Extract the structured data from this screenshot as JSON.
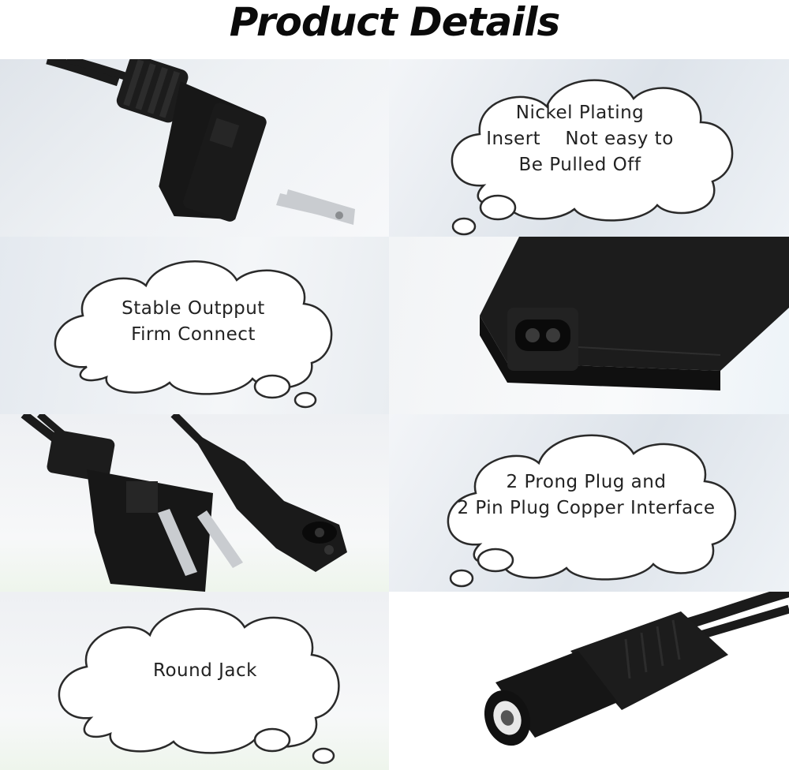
{
  "title": "Product Details",
  "panels": {
    "nickel": {
      "lines": [
        "Nickel Plating",
        "Insert    Not easy to",
        "Be Pulled Off"
      ]
    },
    "stable": {
      "lines": [
        "Stable Outpput",
        "Firm Connect"
      ]
    },
    "prong": {
      "lines": [
        "2 Prong Plug and",
        "2 Pin Plug Copper Interface"
      ]
    },
    "jack": {
      "lines": [
        "Round Jack"
      ]
    }
  },
  "colors": {
    "plug": "#1b1b1b",
    "pin": "#c9ccd0",
    "cloud_stroke": "#2a2a2a"
  }
}
